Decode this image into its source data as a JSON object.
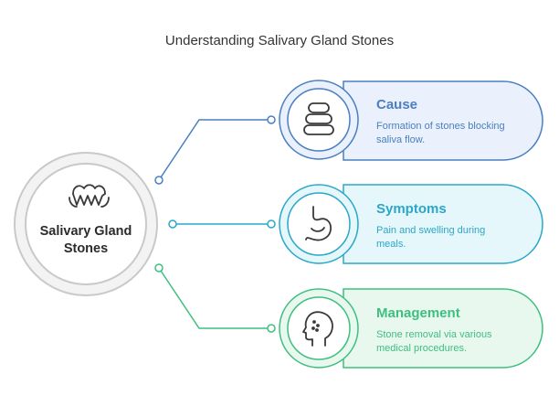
{
  "title": "Understanding Salivary Gland Stones",
  "center": {
    "label_line1": "Salivary Gland",
    "label_line2": "Stones",
    "icon": "mouth-teeth-icon"
  },
  "cards": [
    {
      "title": "Cause",
      "description_line1": "Formation of stones blocking",
      "description_line2": "saliva flow.",
      "icon": "stacked-stones-icon",
      "color": "#4a7fc1",
      "fill": "#eaf1fc"
    },
    {
      "title": "Symptoms",
      "description_line1": "Pain and swelling during",
      "description_line2": "meals.",
      "icon": "stomach-icon",
      "color": "#2aa7c9",
      "fill": "#e6f7fb"
    },
    {
      "title": "Management",
      "description_line1": "Stone removal via various",
      "description_line2": "medical procedures.",
      "icon": "head-profile-icon",
      "color": "#3fbf7f",
      "fill": "#e8f8ef"
    }
  ]
}
